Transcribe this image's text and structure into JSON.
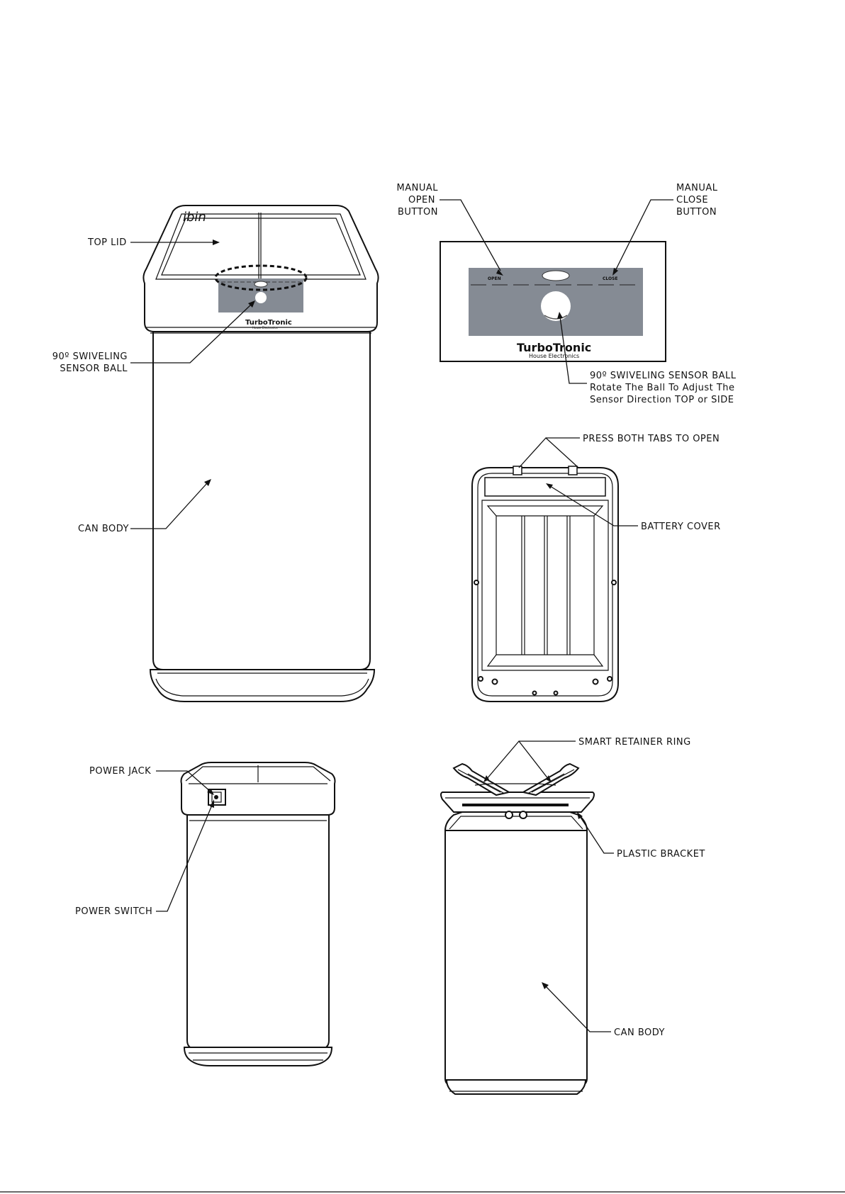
{
  "labels": {
    "top_lid": "TOP LID",
    "sensor_ball_1": "90º SWIVELING",
    "sensor_ball_2": "SENSOR BALL",
    "can_body_1": "CAN BODY",
    "manual_open_1": "MANUAL",
    "manual_open_2": "OPEN",
    "manual_open_3": "BUTTON",
    "manual_close_1": "MANUAL",
    "manual_close_2": "CLOSE",
    "manual_close_3": "BUTTON",
    "swivel_1": "90º SWIVELING SENSOR BALL",
    "swivel_2": "Rotate The Ball To Adjust The",
    "swivel_3": "Sensor Direction TOP or SIDE",
    "press_tabs": "PRESS BOTH TABS TO OPEN",
    "battery_cover": "BATTERY COVER",
    "power_jack": "POWER JACK",
    "power_switch": "POWER SWITCH",
    "smart_retainer": "SMART RETAINER RING",
    "plastic_bracket": "PLASTIC BRACKET",
    "can_body_2": "CAN BODY"
  },
  "panel": {
    "open": "OPEN",
    "close": "CLOSE",
    "brand": "TurboTronic",
    "brand_sub": "House Electronics"
  },
  "lid_brand": "ibin",
  "colors": {
    "sensor_panel": "#858b94",
    "line": "#111111"
  }
}
